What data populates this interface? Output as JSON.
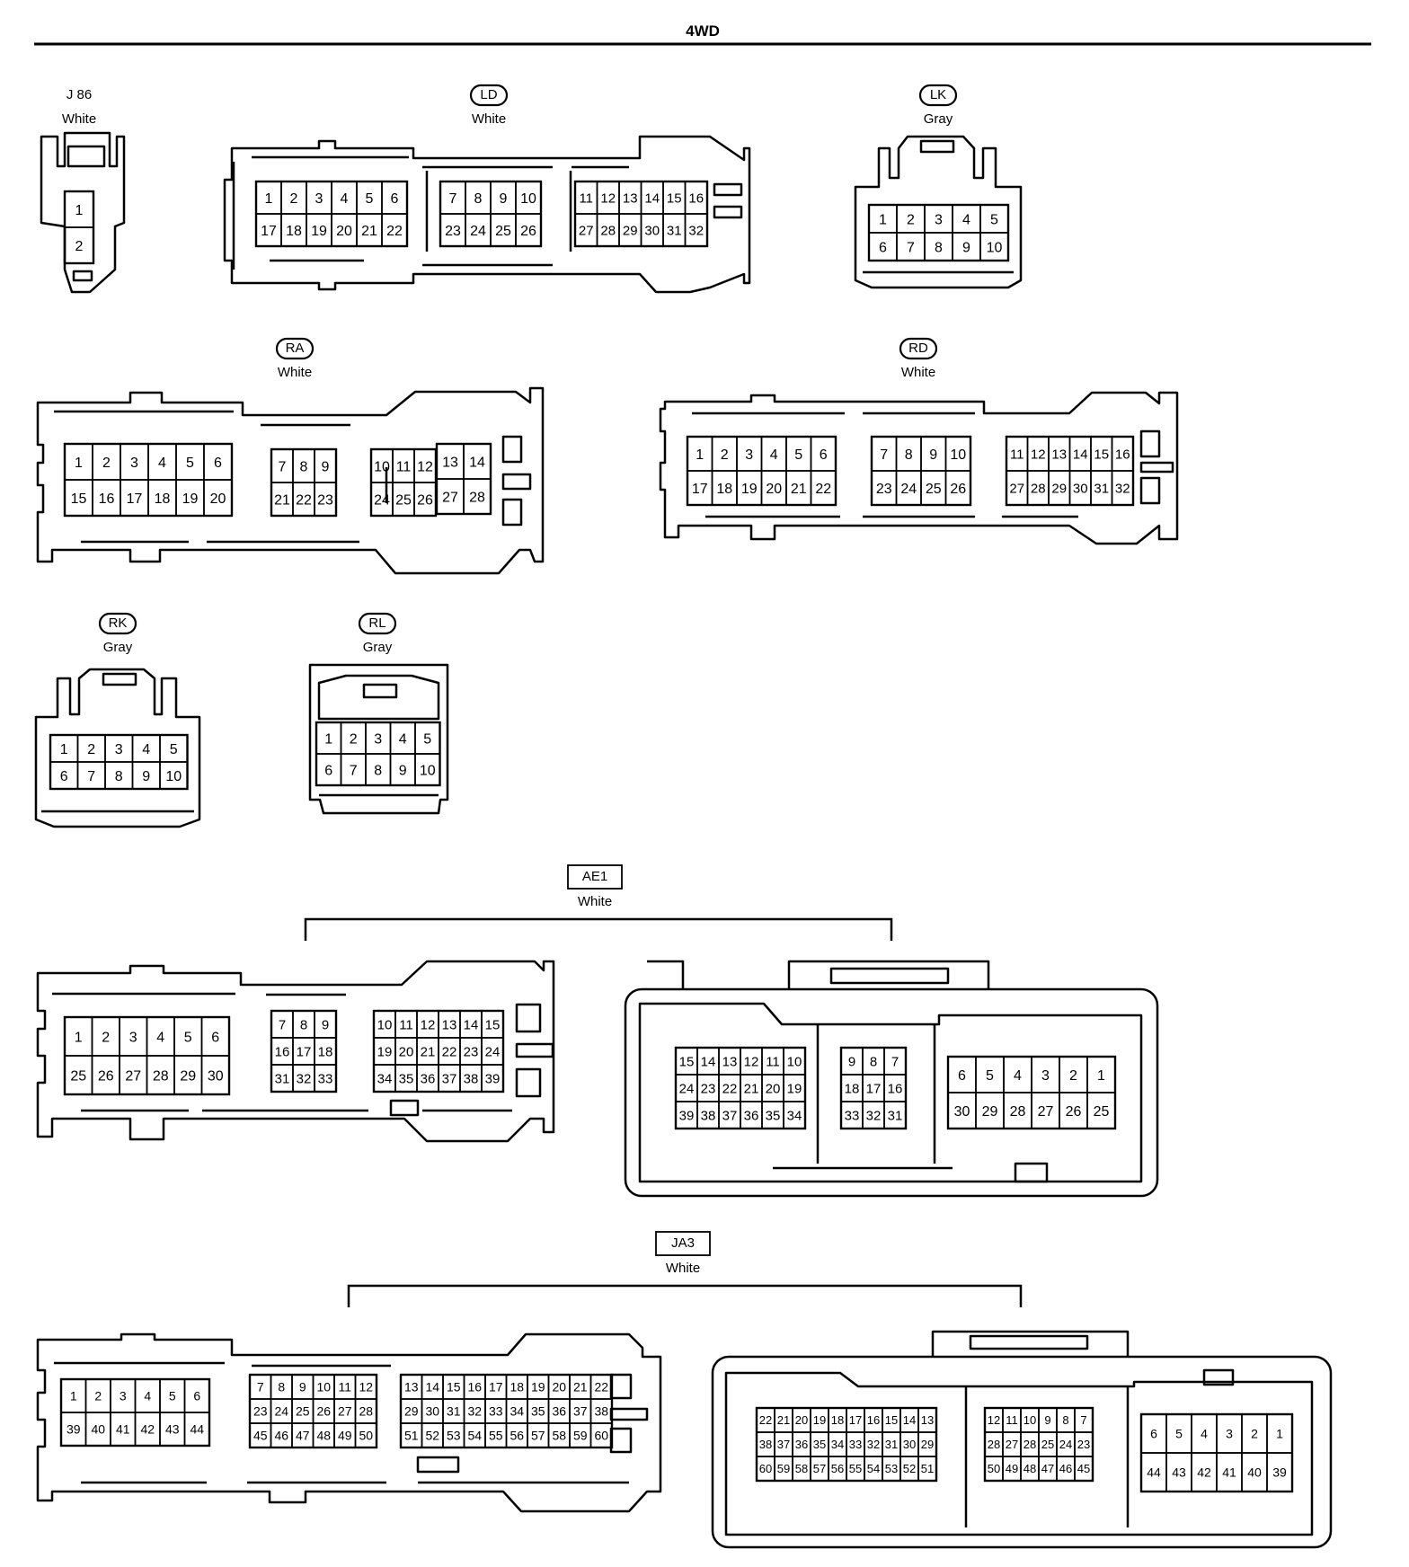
{
  "title": "4WD",
  "connectors": [
    {
      "id": "j86",
      "code": "J 86",
      "color": "White",
      "code_style": "plain",
      "blocks": [
        {
          "rows": [
            [
              "1"
            ],
            [
              "2"
            ]
          ]
        }
      ]
    },
    {
      "id": "ld",
      "code": "LD",
      "color": "White",
      "code_style": "oval",
      "blocks": [
        {
          "rows": [
            [
              "1",
              "2",
              "3",
              "4",
              "5",
              "6"
            ],
            [
              "17",
              "18",
              "19",
              "20",
              "21",
              "22"
            ]
          ]
        },
        {
          "rows": [
            [
              "7",
              "8",
              "9",
              "10"
            ],
            [
              "23",
              "24",
              "25",
              "26"
            ]
          ]
        },
        {
          "rows": [
            [
              "11",
              "12",
              "13",
              "14",
              "15",
              "16"
            ],
            [
              "27",
              "28",
              "29",
              "30",
              "31",
              "32"
            ]
          ]
        }
      ]
    },
    {
      "id": "lk",
      "code": "LK",
      "color": "Gray",
      "code_style": "oval",
      "blocks": [
        {
          "rows": [
            [
              "1",
              "2",
              "3",
              "4",
              "5"
            ],
            [
              "6",
              "7",
              "8",
              "9",
              "10"
            ]
          ]
        }
      ]
    },
    {
      "id": "ra",
      "code": "RA",
      "color": "White",
      "code_style": "oval",
      "blocks": [
        {
          "rows": [
            [
              "1",
              "2",
              "3",
              "4",
              "5",
              "6"
            ],
            [
              "15",
              "16",
              "17",
              "18",
              "19",
              "20"
            ]
          ]
        },
        {
          "rows": [
            [
              "7",
              "8",
              "9"
            ],
            [
              "21",
              "22",
              "23"
            ]
          ]
        },
        {
          "rows": [
            [
              "10",
              "11",
              "12"
            ],
            [
              "24",
              "25",
              "26"
            ]
          ]
        },
        {
          "rows": [
            [
              "13",
              "14"
            ],
            [
              "27",
              "28"
            ]
          ]
        }
      ]
    },
    {
      "id": "rd",
      "code": "RD",
      "color": "White",
      "code_style": "oval",
      "blocks": [
        {
          "rows": [
            [
              "1",
              "2",
              "3",
              "4",
              "5",
              "6"
            ],
            [
              "17",
              "18",
              "19",
              "20",
              "21",
              "22"
            ]
          ]
        },
        {
          "rows": [
            [
              "7",
              "8",
              "9",
              "10"
            ],
            [
              "23",
              "24",
              "25",
              "26"
            ]
          ]
        },
        {
          "rows": [
            [
              "11",
              "12",
              "13",
              "14",
              "15",
              "16"
            ],
            [
              "27",
              "28",
              "29",
              "30",
              "31",
              "32"
            ]
          ]
        }
      ]
    },
    {
      "id": "rk",
      "code": "RK",
      "color": "Gray",
      "code_style": "oval",
      "blocks": [
        {
          "rows": [
            [
              "1",
              "2",
              "3",
              "4",
              "5"
            ],
            [
              "6",
              "7",
              "8",
              "9",
              "10"
            ]
          ]
        }
      ]
    },
    {
      "id": "rl",
      "code": "RL",
      "color": "Gray",
      "code_style": "oval",
      "blocks": [
        {
          "rows": [
            [
              "1",
              "2",
              "3",
              "4",
              "5"
            ],
            [
              "6",
              "7",
              "8",
              "9",
              "10"
            ]
          ]
        }
      ]
    },
    {
      "id": "ae1",
      "code": "AE1",
      "color": "White",
      "code_style": "box",
      "blocks": [
        {
          "rows": [
            [
              "1",
              "2",
              "3",
              "4",
              "5",
              "6"
            ],
            [
              "25",
              "26",
              "27",
              "28",
              "29",
              "30"
            ]
          ]
        },
        {
          "rows": [
            [
              "7",
              "8",
              "9"
            ],
            [
              "16",
              "17",
              "18"
            ],
            [
              "31",
              "32",
              "33"
            ]
          ]
        },
        {
          "rows": [
            [
              "10",
              "11",
              "12",
              "13",
              "14",
              "15"
            ],
            [
              "19",
              "20",
              "21",
              "22",
              "23",
              "24"
            ],
            [
              "34",
              "35",
              "36",
              "37",
              "38",
              "39"
            ]
          ]
        },
        {
          "rows": [
            [
              "15",
              "14",
              "13",
              "12",
              "11",
              "10"
            ],
            [
              "24",
              "23",
              "22",
              "21",
              "20",
              "19"
            ],
            [
              "39",
              "38",
              "37",
              "36",
              "35",
              "34"
            ]
          ]
        },
        {
          "rows": [
            [
              "9",
              "8",
              "7"
            ],
            [
              "18",
              "17",
              "16"
            ],
            [
              "33",
              "32",
              "31"
            ]
          ]
        },
        {
          "rows": [
            [
              "6",
              "5",
              "4",
              "3",
              "2",
              "1"
            ],
            [
              "30",
              "29",
              "28",
              "27",
              "26",
              "25"
            ]
          ]
        }
      ]
    },
    {
      "id": "ja3",
      "code": "JA3",
      "color": "White",
      "code_style": "box",
      "blocks": [
        {
          "rows": [
            [
              "1",
              "2",
              "3",
              "4",
              "5",
              "6"
            ],
            [
              "39",
              "40",
              "41",
              "42",
              "43",
              "44"
            ]
          ]
        },
        {
          "rows": [
            [
              "7",
              "8",
              "9",
              "10",
              "11",
              "12"
            ],
            [
              "23",
              "24",
              "25",
              "26",
              "27",
              "28"
            ],
            [
              "45",
              "46",
              "47",
              "48",
              "49",
              "50"
            ]
          ]
        },
        {
          "rows": [
            [
              "13",
              "14",
              "15",
              "16",
              "17",
              "18",
              "19",
              "20",
              "21",
              "22"
            ],
            [
              "29",
              "30",
              "31",
              "32",
              "33",
              "34",
              "35",
              "36",
              "37",
              "38"
            ],
            [
              "51",
              "52",
              "53",
              "54",
              "55",
              "56",
              "57",
              "58",
              "59",
              "60"
            ]
          ]
        },
        {
          "rows": [
            [
              "22",
              "21",
              "20",
              "19",
              "18",
              "17",
              "16",
              "15",
              "14",
              "13"
            ],
            [
              "38",
              "37",
              "36",
              "35",
              "34",
              "33",
              "32",
              "31",
              "30",
              "29"
            ],
            [
              "60",
              "59",
              "58",
              "57",
              "56",
              "55",
              "54",
              "53",
              "52",
              "51"
            ]
          ]
        },
        {
          "rows": [
            [
              "12",
              "11",
              "10",
              "9",
              "8",
              "7"
            ],
            [
              "28",
              "27",
              "28",
              "25",
              "24",
              "23"
            ],
            [
              "50",
              "49",
              "48",
              "47",
              "46",
              "45"
            ]
          ]
        },
        {
          "rows": [
            [
              "6",
              "5",
              "4",
              "3",
              "2",
              "1"
            ],
            [
              "44",
              "43",
              "42",
              "41",
              "40",
              "39"
            ]
          ]
        }
      ]
    }
  ]
}
